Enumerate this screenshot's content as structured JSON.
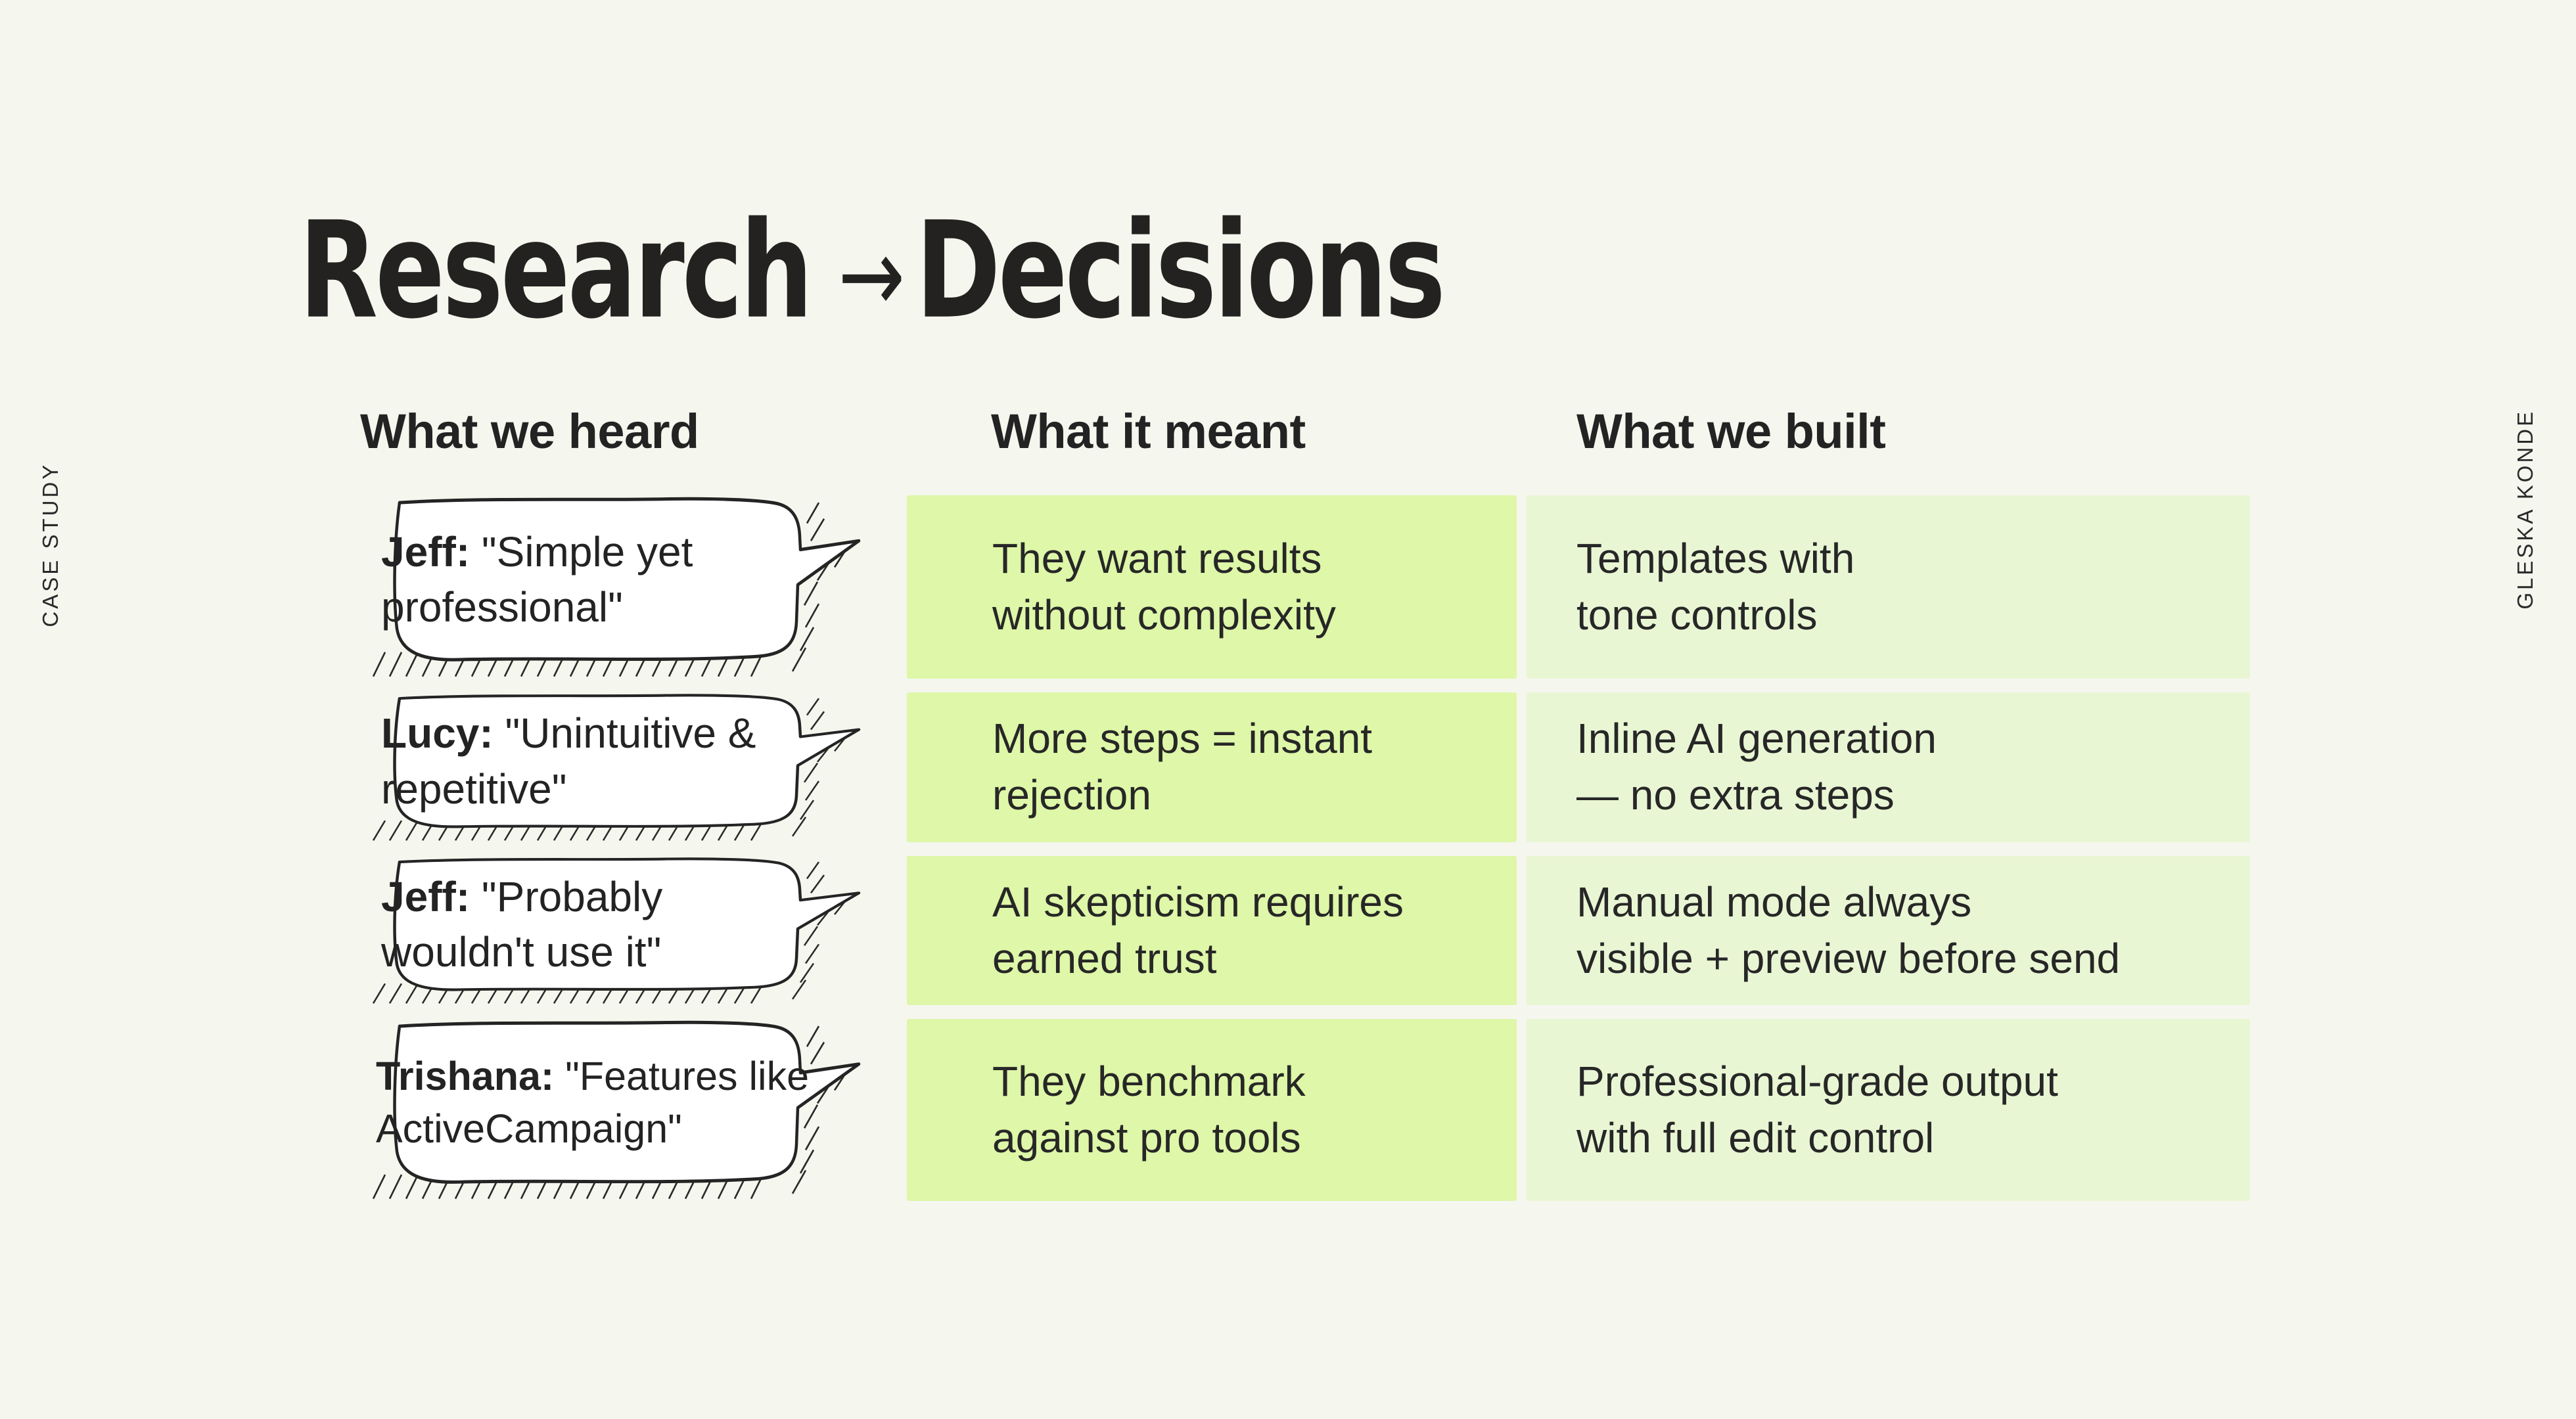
{
  "page": {
    "background": "#f5f6ee",
    "ink": "#232220"
  },
  "side_labels": {
    "left": "CASE STUDY",
    "right": "GLESKA KONDE"
  },
  "title": {
    "left": "Research",
    "arrow": "→",
    "right": "Decisions"
  },
  "columns": {
    "heard": {
      "header": "What we heard"
    },
    "meant": {
      "header": "What it meant",
      "bg": "#def7a8"
    },
    "built": {
      "header": "What we built",
      "bg": "#e9f6d4"
    }
  },
  "rows": [
    {
      "heard": {
        "name": "Jeff:",
        "quote": "\"Simple yet professional\""
      },
      "meant": {
        "line1": "They want results",
        "line2": "without complexity"
      },
      "built": {
        "line1": "Templates with",
        "line2": "tone controls"
      }
    },
    {
      "heard": {
        "name": "Lucy:",
        "quote": "\"Unintuitive & repetitive\""
      },
      "meant": {
        "line1": "More steps = instant",
        "line2": "rejection"
      },
      "built": {
        "line1": "Inline AI generation",
        "line2": "— no extra steps"
      }
    },
    {
      "heard": {
        "name": "Jeff:",
        "quote": "\"Probably wouldn't use it\""
      },
      "meant": {
        "line1": "AI skepticism requires",
        "line2": "earned trust"
      },
      "built": {
        "line1": "Manual mode always",
        "line2": "visible + preview before send"
      }
    },
    {
      "heard": {
        "name": "Trishana:",
        "quote": "\"Features like ActiveCampaign\""
      },
      "meant": {
        "line1": "They benchmark",
        "line2": "against pro tools"
      },
      "built": {
        "line1": "Professional-grade output",
        "line2": "with full edit control"
      }
    }
  ]
}
